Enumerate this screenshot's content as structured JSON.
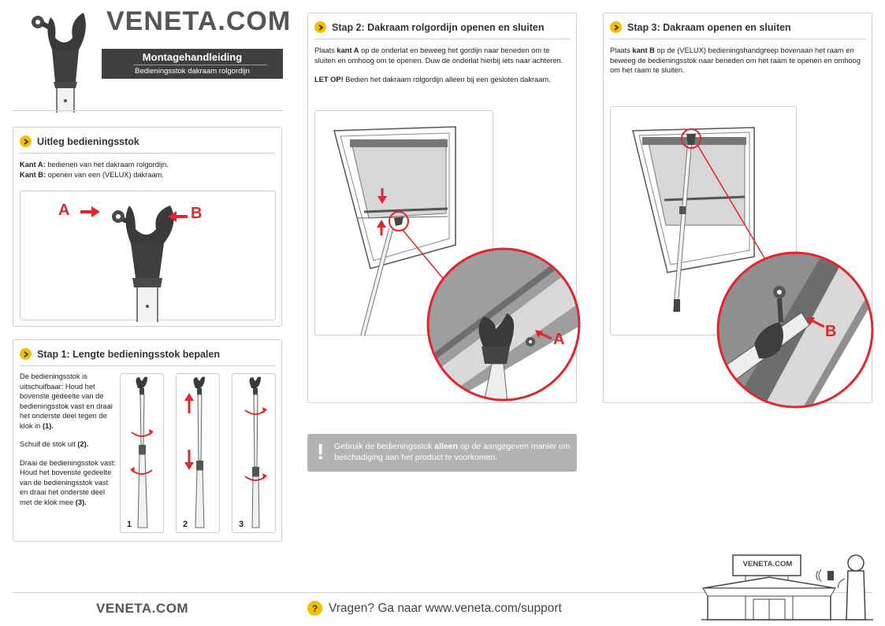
{
  "header": {
    "logo": "VENETA.COM",
    "manual_title": "Montagehandleiding",
    "manual_subtitle": "Bedieningsstok dakraam rolgordijn"
  },
  "explain": {
    "title": "Uitleg bedieningsstok",
    "side_a_label": "Kant A:",
    "side_a_text": "bedienen van het dakraam rolgordijn.",
    "side_b_label": "Kant B:",
    "side_b_text": "openen van een (VELUX) dakraam.",
    "marker_a": "A",
    "marker_b": "B"
  },
  "step1": {
    "title": "Stap 1: Lengte bedieningsstok bepalen",
    "p1_text": "De bedieningsstok is uitschuifbaar: Houd het bovenste gedeelte van de bedieningsstok vast en draai het onderste deel tegen de klok in ",
    "p1_ref": "(1).",
    "p2_text": "Schuif de stok uit ",
    "p2_ref": "(2).",
    "p3_text": "Draai de bedieningsstok vast: Houd het bovenste gedeelte van de bedieningsstok vast en draai het onderste deel met de klok mee ",
    "p3_ref": "(3).",
    "panel_numbers": [
      "1",
      "2",
      "3"
    ]
  },
  "step2": {
    "title": "Stap 2: Dakraam rolgordijn openen en sluiten",
    "p1_pre": "Plaats ",
    "p1_bold": "kant A",
    "p1_post": " op de onderlat en beweeg het gordijn naar beneden om te sluiten en omhoog om te openen. Duw de onderlat hierbij iets naar achteren.",
    "warn_bold": "LET OP!",
    "warn_text": " Bedien het dakraam rolgordijn alleen bij een gesloten dakraam.",
    "marker": "A"
  },
  "step3": {
    "title": "Stap 3: Dakraam openen en sluiten",
    "p1_pre": "Plaats ",
    "p1_bold": "kant B",
    "p1_post": " op de (VELUX) bedieningshandgreep bovenaan het raam en beweeg de bedieningsstok naar beneden om het raam te openen en omhoog om het raam te sluiten.",
    "marker": "B"
  },
  "notice": {
    "icon": "!",
    "pre": "Gebruik de bedieningsstok ",
    "bold": "alleen",
    "post": " op de aangegeven manier om beschadiging aan het product te voorkomen."
  },
  "footer": {
    "logo": "VENETA.COM",
    "help_icon": "?",
    "help_text": "Vragen? Ga naar www.veneta.com/support",
    "store_sign": "VENETA.COM"
  },
  "colors": {
    "accent": "#f2c200",
    "red": "#e3262a",
    "dark": "#3a3a3a",
    "grey_box": "#b3b3b3"
  }
}
